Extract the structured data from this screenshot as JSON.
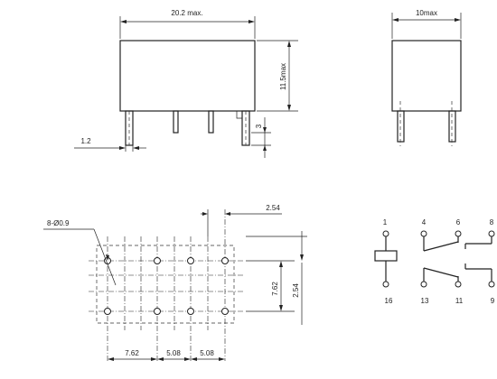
{
  "front_view": {
    "width_label": "20.2 max.",
    "height_label": "11.5max",
    "pin_length_label": "3",
    "pin_offset_label": "1.2"
  },
  "side_view": {
    "width_label": "10max"
  },
  "pcb_layout": {
    "hole_label": "8-Ø0.9",
    "top_pitch_label": "2.54",
    "row_spacing_label": "7.62",
    "right_pitch_label": "2.54",
    "bottom_dims": [
      "7.62",
      "5.08",
      "5.08"
    ]
  },
  "schematic": {
    "top_pins": [
      "1",
      "4",
      "6",
      "8"
    ],
    "bottom_pins": [
      "16",
      "13",
      "11",
      "9"
    ]
  }
}
